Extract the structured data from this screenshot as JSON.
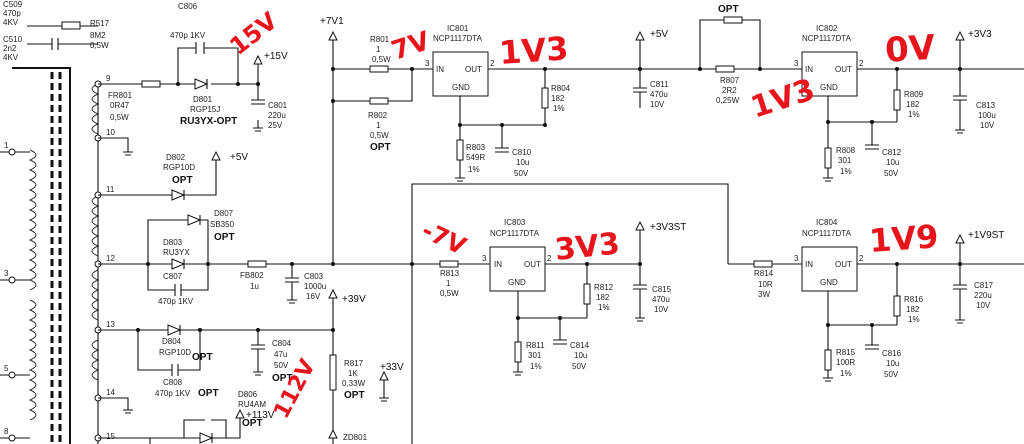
{
  "transformer": {
    "pins_left": [
      "1",
      "3",
      "5",
      "8"
    ],
    "pins_right": [
      "9",
      "10",
      "11",
      "12",
      "13",
      "14",
      "15"
    ]
  },
  "components": {
    "c509": {
      "ref": "C509",
      "v1": "470p",
      "v2": "4KV"
    },
    "c510": {
      "ref": "C510",
      "v1": "2n2",
      "v2": "4KV"
    },
    "r517": {
      "ref": "R517",
      "v1": "8M2",
      "v2": "0,5W"
    },
    "c806": {
      "ref": "C806",
      "v1": "470p   1KV"
    },
    "fr801": {
      "ref": "FR801",
      "v1": "0R47",
      "v2": "0,5W"
    },
    "d801": {
      "ref": "D801",
      "v1": "RGP15J",
      "v2": "RU3YX-OPT"
    },
    "c801": {
      "ref": "C801",
      "v1": "220u",
      "v2": "25V"
    },
    "d802": {
      "ref": "D802",
      "v1": "RGP10D",
      "v2": "OPT"
    },
    "d807": {
      "ref": "D807",
      "v1": "SB350",
      "v2": "OPT"
    },
    "d803": {
      "ref": "D803",
      "v1": "RU3YX"
    },
    "c807": {
      "ref": "C807",
      "v1": "470p   1KV"
    },
    "fb802": {
      "ref": "FB802",
      "v1": "1u"
    },
    "c803": {
      "ref": "C803",
      "v1": "1000u",
      "v2": "16V"
    },
    "d804": {
      "ref": "D804",
      "v1": "RGP10D",
      "v2": "OPT"
    },
    "c808": {
      "ref": "C808",
      "v1": "470p   1KV",
      "v2": "OPT"
    },
    "c804": {
      "ref": "C804",
      "v1": "47u",
      "v2": "50V",
      "v3": "OPT"
    },
    "d806": {
      "ref": "D806",
      "v1": "RU4AM",
      "v2": "OPT"
    },
    "r817": {
      "ref": "R817",
      "v1": "1K",
      "v2": "0,33W",
      "v3": "OPT"
    },
    "zd801": {
      "ref": "ZD801"
    },
    "r801": {
      "ref": "R801",
      "v1": "1",
      "v2": "0,5W"
    },
    "r802": {
      "ref": "R802",
      "v1": "1",
      "v2": "0,5W",
      "v3": "OPT"
    },
    "ic801": {
      "ref": "IC801",
      "part": "NCP1117DTA",
      "in": "IN",
      "out": "OUT",
      "gnd": "GND",
      "p3": "3",
      "p2": "2"
    },
    "r804": {
      "ref": "R804",
      "v1": "182",
      "v2": "1%"
    },
    "r803": {
      "ref": "R803",
      "v1": "549R",
      "v2": "1%"
    },
    "c810": {
      "ref": "C810",
      "v1": "10u",
      "v2": "50V"
    },
    "c811": {
      "ref": "C811",
      "v1": "470u",
      "v2": "10V"
    },
    "r807": {
      "ref": "R807",
      "v1": "2R2",
      "v2": "0,25W",
      "v3": "OPT"
    },
    "ic802": {
      "ref": "IC802",
      "part": "NCP1117DTA",
      "in": "IN",
      "out": "OUT",
      "gnd": "GND",
      "p3": "3",
      "p2": "2"
    },
    "r809": {
      "ref": "R809",
      "v1": "182",
      "v2": "1%"
    },
    "r808": {
      "ref": "R808",
      "v1": "301",
      "v2": "1%"
    },
    "c812": {
      "ref": "C812",
      "v1": "10u",
      "v2": "50V"
    },
    "c813": {
      "ref": "C813",
      "v1": "100u",
      "v2": "10V"
    },
    "r813": {
      "ref": "R813",
      "v1": "1",
      "v2": "0,5W"
    },
    "ic803": {
      "ref": "IC803",
      "part": "NCP1117DTA",
      "in": "IN",
      "out": "OUT",
      "gnd": "GND",
      "p3": "3",
      "p2": "2"
    },
    "r812": {
      "ref": "R812",
      "v1": "182",
      "v2": "1%"
    },
    "r811": {
      "ref": "R811",
      "v1": "301",
      "v2": "1%"
    },
    "c814": {
      "ref": "C814",
      "v1": "10u",
      "v2": "50V"
    },
    "c815": {
      "ref": "C815",
      "v1": "470u",
      "v2": "10V"
    },
    "r814": {
      "ref": "R814",
      "v1": "10R",
      "v2": "3W"
    },
    "ic804": {
      "ref": "IC804",
      "part": "NCP1117DTA",
      "in": "IN",
      "out": "OUT",
      "gnd": "GND",
      "p3": "3",
      "p2": "2"
    },
    "r816": {
      "ref": "R816",
      "v1": "182",
      "v2": "1%"
    },
    "r815": {
      "ref": "R815",
      "v1": "100R",
      "v2": "1%"
    },
    "c816": {
      "ref": "C816",
      "v1": "10u",
      "v2": "50V"
    },
    "c817": {
      "ref": "C817",
      "v1": "220u",
      "v2": "10V"
    }
  },
  "rails": {
    "p15v": "+15V",
    "p5v_d802": "+5V",
    "p7v1": "+7V1",
    "p5v": "+5V",
    "p3v3": "+3V3",
    "p3v3st": "+3V3ST",
    "p1v9st": "+1V9ST",
    "p39v": "+39V",
    "p33v": "+33V",
    "p113v": "+113V"
  },
  "handwritten": {
    "h15v": "15V",
    "h7v": "7V",
    "h1v3a": "1V3",
    "h1v3b": "1V3",
    "h0v": "0V",
    "h7v_low": "-7V",
    "h3v3": "3V3",
    "h1v9": "1V9",
    "h112v": "112V"
  },
  "colors": {
    "annotation": "#e8141c",
    "wire": "#111111",
    "background": "#ffffff"
  }
}
